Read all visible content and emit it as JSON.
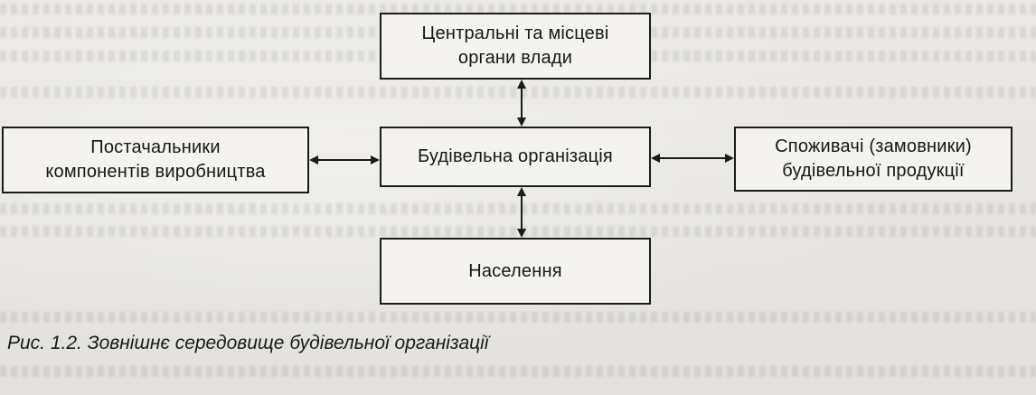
{
  "diagram": {
    "nodes": {
      "authorities": {
        "lines": [
          "Центральні та місцеві",
          "органи влади"
        ]
      },
      "suppliers": {
        "lines": [
          "Постачальники",
          "компонентів виробництва"
        ]
      },
      "organization": {
        "lines": [
          "Будівельна організація"
        ]
      },
      "consumers": {
        "lines": [
          "Споживачі (замовники)",
          "будівельної продукції"
        ]
      },
      "population": {
        "lines": [
          "Населення"
        ]
      }
    },
    "edges": [
      {
        "from": "organization",
        "to": "authorities",
        "direction": "both"
      },
      {
        "from": "organization",
        "to": "suppliers",
        "direction": "both"
      },
      {
        "from": "organization",
        "to": "consumers",
        "direction": "both"
      },
      {
        "from": "organization",
        "to": "population",
        "direction": "both"
      }
    ]
  },
  "caption": "Рис. 1.2. Зовнішнє середовище будівельної організації"
}
